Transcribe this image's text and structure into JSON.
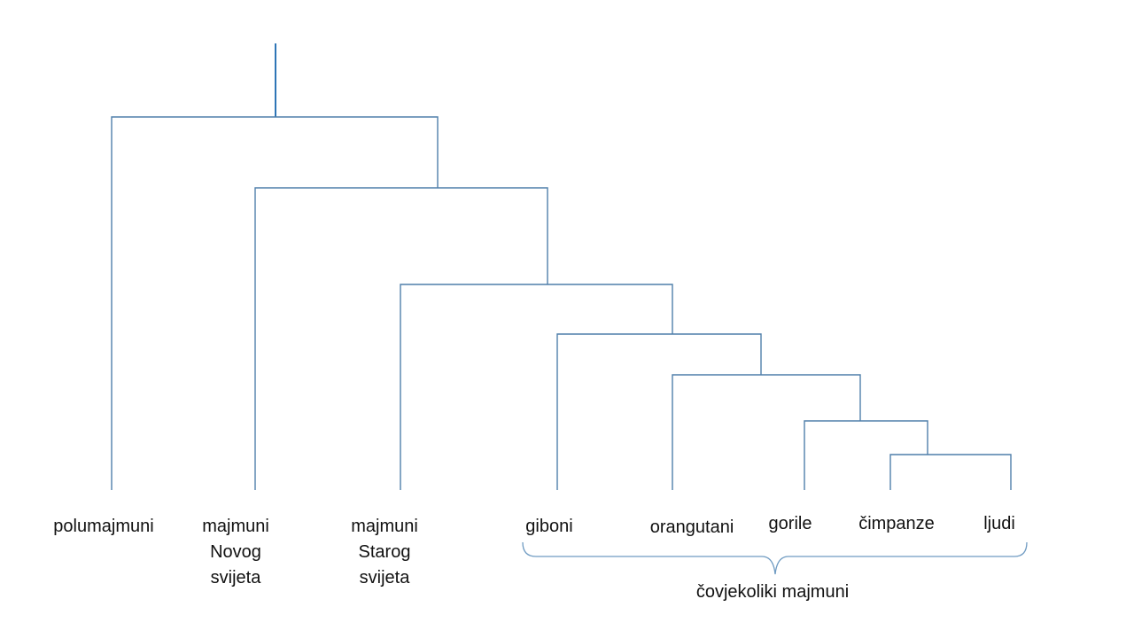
{
  "colors": {
    "tree_line": "#4f7faa",
    "root_line": "#2e75b6",
    "brace": "#6f9bc2",
    "text": "#111111"
  },
  "leaves": [
    {
      "id": "polumajmuni",
      "label": "polumajmuni"
    },
    {
      "id": "nw",
      "label": "majmuni\nNovog\nsvijeta"
    },
    {
      "id": "ow",
      "label": "majmuni\nStarog\nsvijeta"
    },
    {
      "id": "giboni",
      "label": "giboni"
    },
    {
      "id": "orangutani",
      "label": "orangutani"
    },
    {
      "id": "gorile",
      "label": "gorile"
    },
    {
      "id": "cimpanze",
      "label": "čimpanze"
    },
    {
      "id": "ljudi",
      "label": "ljudi"
    }
  ],
  "group": {
    "label": "čovjekoliki majmuni",
    "members": [
      "giboni",
      "orangutani",
      "gorile",
      "cimpanze",
      "ljudi"
    ]
  }
}
